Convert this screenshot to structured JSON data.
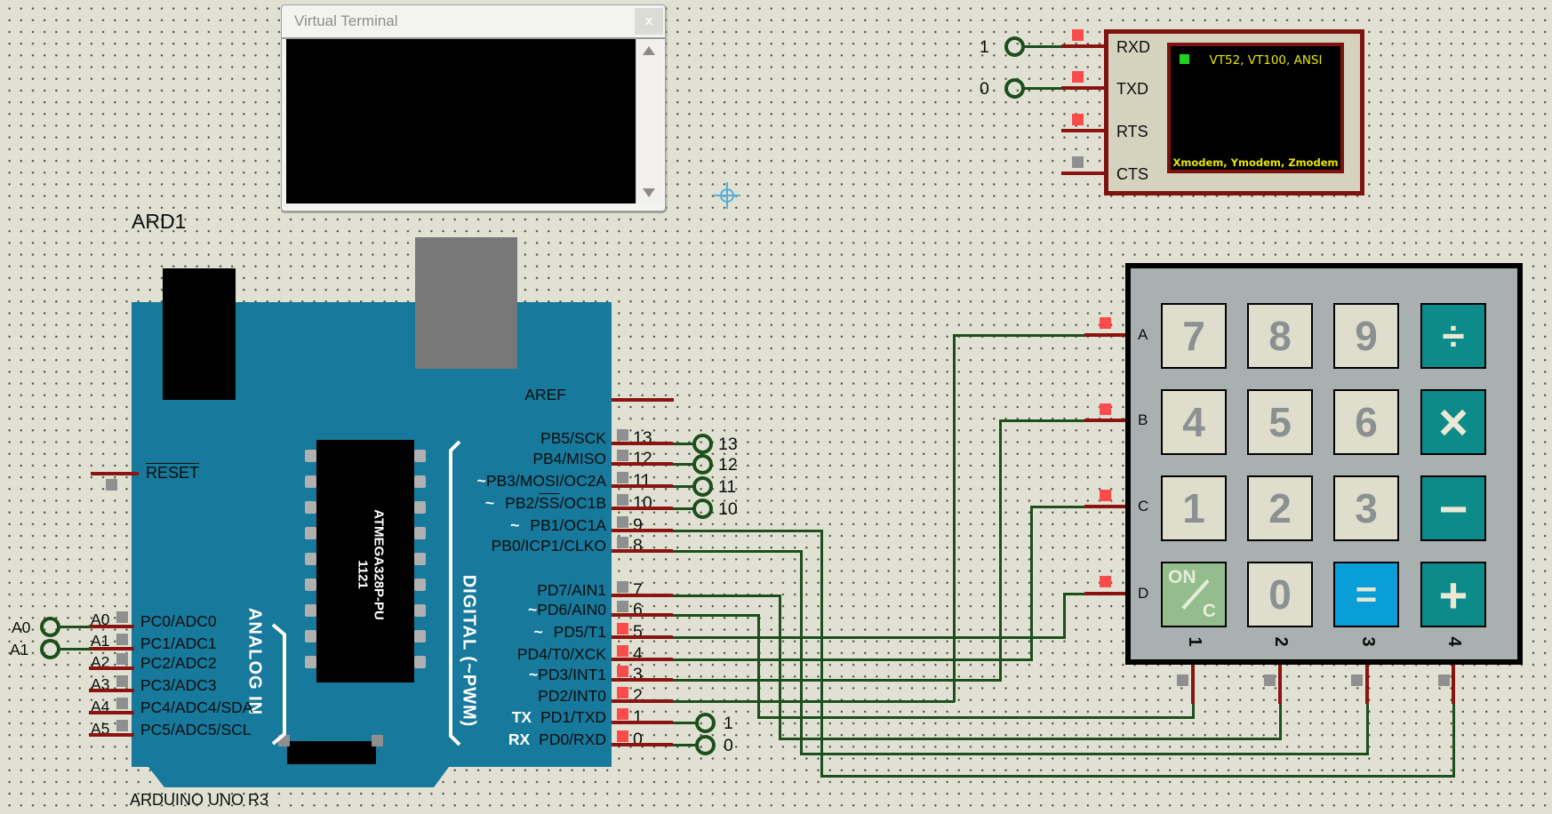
{
  "colors": {
    "background": "#e0e1d3",
    "board_teal": "#17799b",
    "wire_green": "#1d4f1d",
    "pin_stub_red": "#8b1410",
    "indicator_red": "#fb4c4c",
    "indicator_gray": "#8f8f8f",
    "keypad_body": "#a9b1b0",
    "key_beige": "#dfddcc",
    "key_teal": "#0d8a8a",
    "key_blue": "#0a9ed6",
    "key_green": "#93bd8c",
    "terminal_text_yellow": "#e6e600",
    "terminal_led_green": "#1ed41e"
  },
  "vt_window": {
    "title": "Virtual Terminal",
    "close_label": "x"
  },
  "terminal_device": {
    "pins": [
      {
        "name": "RXD"
      },
      {
        "name": "TXD"
      },
      {
        "name": "RTS"
      },
      {
        "name": "CTS"
      }
    ],
    "screen_line_top": "VT52, VT100, ANSI",
    "screen_line_bottom": "Xmodem, Ymodem, Zmodem",
    "terminals": [
      {
        "label": "1"
      },
      {
        "label": "0"
      }
    ]
  },
  "arduino": {
    "ref": "ARD1",
    "board_name": "ARDUINO UNO R3",
    "reset": "RESET",
    "aref": "AREF",
    "group_analog": "ANALOG IN",
    "group_digital": "DIGITAL (~PWM)",
    "chip": {
      "line1": "1121",
      "line2": "ATMEGA328P-PU"
    },
    "analog_pins": [
      {
        "pin": "A0",
        "label": "PC0/ADC0",
        "terminal": "A0"
      },
      {
        "pin": "A1",
        "label": "PC1/ADC1",
        "terminal": "A1"
      },
      {
        "pin": "A2",
        "label": "PC2/ADC2"
      },
      {
        "pin": "A3",
        "label": "PC3/ADC3"
      },
      {
        "pin": "A4",
        "label": "PC4/ADC4/SDA"
      },
      {
        "pin": "A5",
        "label": "PC5/ADC5/SCL"
      }
    ],
    "digital_pins": [
      {
        "num": "13",
        "label": "PB5/SCK",
        "terminal": "13"
      },
      {
        "num": "12",
        "label": "PB4/MISO",
        "terminal": "12"
      },
      {
        "num": "11",
        "tilde": "~",
        "label": "PB3/MOSI/OC2A",
        "terminal": "11"
      },
      {
        "num": "10",
        "tilde": "~",
        "label_pre": "PB2/",
        "label_over": "SS",
        "label_post": "/OC1B",
        "terminal": "10"
      },
      {
        "num": "9",
        "tilde": "~",
        "label": "PB1/OC1A"
      },
      {
        "num": "8",
        "label": "PB0/ICP1/CLKO"
      },
      {
        "num": "7",
        "label": "PD7/AIN1"
      },
      {
        "num": "6",
        "tilde": "~",
        "label": "PD6/AIN0"
      },
      {
        "num": "5",
        "tilde": "~",
        "label": "PD5/T1"
      },
      {
        "num": "4",
        "label": "PD4/T0/XCK"
      },
      {
        "num": "3",
        "tilde": "~",
        "label": "PD3/INT1"
      },
      {
        "num": "2",
        "label": "PD2/INT0"
      },
      {
        "num": "1",
        "prefix": "TX",
        "label": "PD1/TXD",
        "terminal": "1"
      },
      {
        "num": "0",
        "prefix": "RX",
        "label": "PD0/RXD",
        "terminal": "0"
      }
    ]
  },
  "keypad": {
    "row_labels": [
      "A",
      "B",
      "C",
      "D"
    ],
    "col_labels": [
      "1",
      "2",
      "3",
      "4"
    ],
    "buttons": [
      [
        "7",
        "8",
        "9",
        "÷"
      ],
      [
        "4",
        "5",
        "6",
        "×"
      ],
      [
        "1",
        "2",
        "3",
        "−"
      ],
      [
        "ON/C",
        "0",
        "=",
        "+"
      ]
    ],
    "onc": {
      "top": "ON",
      "bottom": "C"
    }
  },
  "nets": [
    {
      "from": "ARD1 PD2 (pin 2)",
      "to": "keypad row A"
    },
    {
      "from": "ARD1 PD3 (pin 3)",
      "to": "keypad row B"
    },
    {
      "from": "ARD1 PD4 (pin 4)",
      "to": "keypad row C"
    },
    {
      "from": "ARD1 PD5 (pin 5)",
      "to": "keypad row D"
    },
    {
      "from": "ARD1 PD6 (pin 6)",
      "to": "keypad column 1"
    },
    {
      "from": "ARD1 PD7 (pin 7)",
      "to": "keypad column 2"
    },
    {
      "from": "ARD1 PB0 (pin 8)",
      "to": "keypad column 3"
    },
    {
      "from": "ARD1 PB1 (pin 9)",
      "to": "keypad column 4"
    },
    {
      "from": "ARD1 PD1/TXD terminal 1",
      "to": "terminal RXD terminal 1"
    },
    {
      "from": "ARD1 PD0/RXD terminal 0",
      "to": "terminal TXD terminal 0"
    },
    {
      "from": "ARD1 PC0/ADC0",
      "to": "terminal A0"
    },
    {
      "from": "ARD1 PC1/ADC1",
      "to": "terminal A1"
    }
  ]
}
